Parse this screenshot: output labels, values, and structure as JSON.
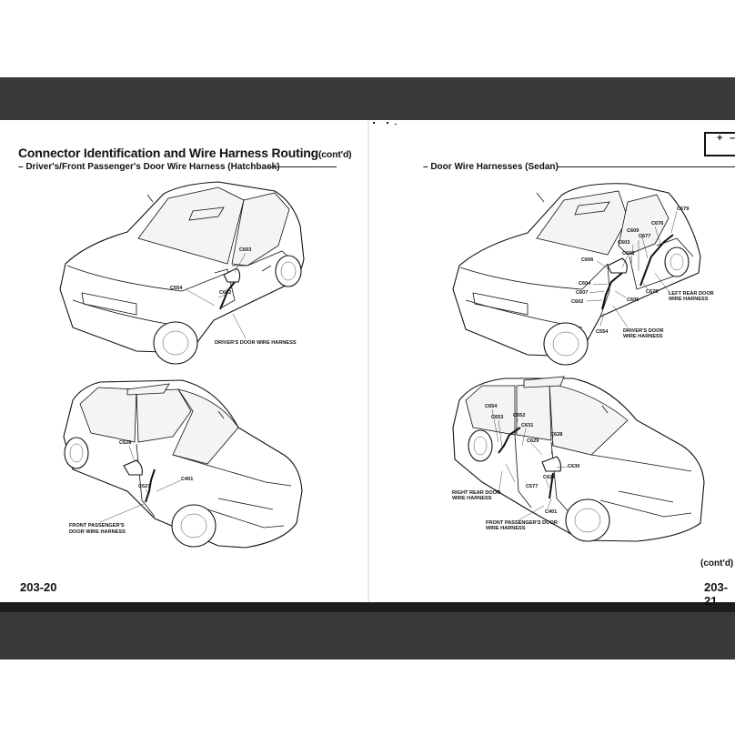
{
  "left_page": {
    "title": "Connector Identification and Wire Harness Routing",
    "title_suffix": "(cont'd)",
    "subtitle": "– Driver's/Front Passenger's Door Wire Harness (Hatchback)",
    "page_number": "203-20",
    "diagram_top": {
      "connectors": [
        "C603",
        "C554",
        "C602"
      ],
      "harness": "DRIVER'S DOOR WIRE HARNESS"
    },
    "diagram_bottom": {
      "connectors": [
        "C628",
        "C401",
        "C627"
      ],
      "harness_line1": "FRONT PASSENGER'S",
      "harness_line2": "DOOR WIRE HARNESS"
    }
  },
  "right_page": {
    "subtitle": "– Door Wire Harnesses (Sedan)",
    "page_number": "203-21",
    "cont": "(cont'd)",
    "diagram_top": {
      "connectors": [
        "C679",
        "C609",
        "C676",
        "C677",
        "C603",
        "C608",
        "C606",
        "C604",
        "C607",
        "C602",
        "C605",
        "C678",
        "C554"
      ],
      "left_rear_line1": "LEFT REAR DOOR",
      "left_rear_line2": "WIRE HARNESS",
      "driver_line1": "DRIVER'S DOOR",
      "driver_line2": "WIRE HARNESS"
    },
    "diagram_bottom": {
      "connectors": [
        "C654",
        "C653",
        "C652",
        "C631",
        "C629",
        "C628",
        "C630",
        "C577",
        "C627",
        "C401"
      ],
      "right_rear_line1": "RIGHT REAR DOOR",
      "right_rear_line2": "WIRE HARNESS",
      "front_pass_line1": "FRONT PASSENGER'S DOOR",
      "front_pass_line2": "WIRE HARNESS"
    },
    "battery_icon": {
      "plus": "+",
      "minus": "–"
    }
  }
}
